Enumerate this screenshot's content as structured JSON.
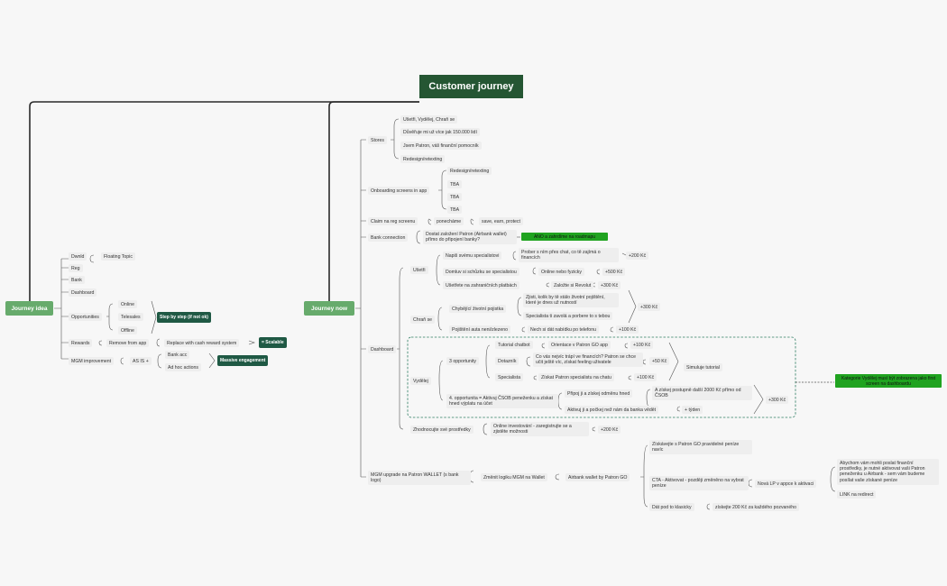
{
  "title": "Customer journey",
  "journey_idea": {
    "label": "Journey idea",
    "dwnld": "Dwnld",
    "floating_topic": "Floating Topic",
    "reg": "Reg",
    "bank": "Bank",
    "dashboard": "Dashboard",
    "opportunities": "Opportunities",
    "online": "Online",
    "telesales": "Telesales",
    "offline": "Offline",
    "step_by_step": "Step by step (if not ok)",
    "rewards": "Rewards",
    "remove_from_app": "Remove from app",
    "replace_cash": "Replace with cash reward system",
    "scalable": "= Scalable",
    "mgm_improvement": "MGM improvement",
    "as_is": "AS IS +",
    "bank_acc": "Bank acc",
    "ad_hoc": "Ad hoc actions",
    "massive": "Massive engagement"
  },
  "journey_now": {
    "label": "Journey now",
    "stores": "Stores",
    "stores_items": [
      "Ušetři, Vydělej, Chraň se",
      "Důvěřuje mi už více jak 150.000 lidí",
      "Jsem Patron, váš finanční pomocník",
      "Redesign/retexting"
    ],
    "onboarding": "Onboarding screens in app",
    "onboarding_items": [
      "Redesign/retexting",
      "TBA",
      "TBA",
      "TBA"
    ],
    "claim": "Claim na reg screenu",
    "ponechame": "ponecháme",
    "save_earn": "save, earn, protect",
    "bank_connection": "Bank connection",
    "dostat": "Dostat založení Patron (Airbank wallet) přímo do připojení banky?",
    "ano": "ANO a zahrdíme na roadmapu",
    "dashboard": "Dashboard",
    "usetri": "Ušetři",
    "napis": "Napiš svému specialistovi",
    "prober": "Prober s ním přes chat, co tě zajímá o financích",
    "p200a": "+200 Kč",
    "domluv": "Domluv si schůzku se specialistou",
    "online_fyz": "Online nebo fyzicky",
    "p500": "+500 Kč",
    "usetrete": "Ušetřete na zahraničních platbách",
    "zalozte": "Založte si Revolut",
    "p300a": "+300 Kč",
    "chran": "Chraň se",
    "chybejici": "Chybějící životní pojistka",
    "zjisti": "Zjisti, kolik by tě stálo životní pojištění, které je dnes už nutností",
    "specialista_zavola": "Specialista ti zavolá a porbere to s tebou",
    "p300b": "+300 Kč",
    "pojisteni_auta": "Pojištění auta neni/zlezeno",
    "nech": "Nech si dát nabídku po telefonu",
    "p100a": "+100 Kč",
    "vydelej": "Vydělej",
    "three_opp": "3 opportunity",
    "tutorial": "Tutorial chatbot",
    "orientace": "Orientace v Patron GO app",
    "p100b": "+100 Kč",
    "dotaznik": "Dotazník",
    "co_vas": "Co vás nejvíc trápí ve financích? Patron se chce učit ještě víc, získat feeling uživatele",
    "p50": "+50 Kč",
    "simuluje": "Simuluje tutorial",
    "specialista": "Specialista",
    "ziskat_spec": "Získat Patron specialistu na chatu",
    "p100c": "+100 Kč",
    "fourth_opp": "4. opportunita = Aktivuj ČSOB peneženku a získat hned výplatu na účet",
    "pripoj": "Připoj ji a získej odměnu hned",
    "a_ziskej": "A získej postupně další 2000 Kč přímo od ČSOB",
    "aktivuj": "Aktivuj ji a počkej než nám da banka vědět",
    "tyden": "+ týden",
    "p300c": "+300 Kč",
    "kategorie": "Kategorie Vydělej musí být zobrazena jako first screen na dashboardu",
    "zhodnocuj": "Zhodnocujte své prostředky",
    "online_inv": "Online investování - zaregistrujte se a zjistěte možnosti",
    "p200b": "+200 Kč",
    "mgm_upgrade": "MGM upgrade na Patron WALLET (s bank logo)",
    "zmenit": "Změnit logiku MGM na Wallet",
    "airbank_wallet": "Airbank wallet by Patron GO",
    "ziskavejte": "Získávejte s Patron GO pravidelné peníze navíc",
    "cta": "CTA - Aktivovat - později změněno na vybrat peníze",
    "nova_lp": "Nová LP v appce k aktivaci",
    "abychom": "Abychom vám mohli poslat finanční prostředky, je nutné aktivovat vaši Patron peneženku u Airbank - sem vám budeme posílat vaše získané peníze",
    "link": "LINK na redirect",
    "dat_pod": "Dát pod to klasicky",
    "ziskejte200": "získejte 200 Kč za každého pozvaného"
  },
  "colors": {
    "root_bg": "#255633",
    "main_bg": "#67ab6c",
    "dark_bg": "#1f5944",
    "accent_green": "#20a320",
    "connector": "#2a2a2a",
    "dashed": "#2e7d62"
  }
}
